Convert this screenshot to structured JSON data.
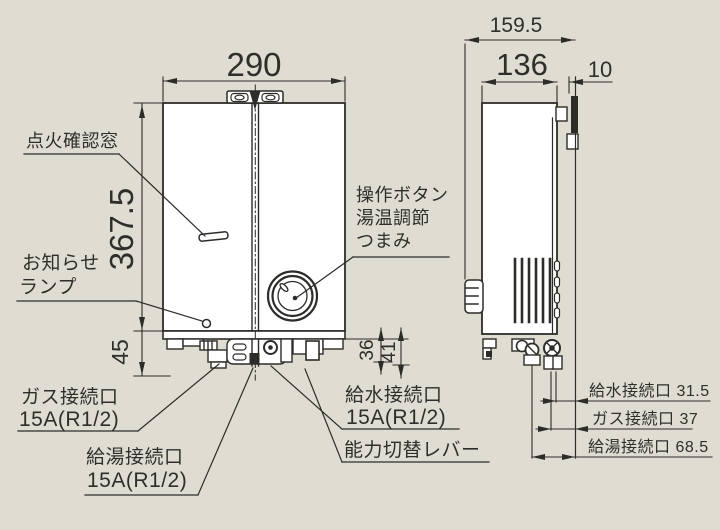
{
  "front_view": {
    "dim_width": "290",
    "dim_height": "367.5",
    "dim_bottom_height": "45",
    "dim_offset_36": "36",
    "dim_offset_41": "41",
    "label_ignition_window": "点火確認窓",
    "label_notice_lamp_1": "お知らせ",
    "label_notice_lamp_2": "ランプ",
    "label_control_1": "操作ボタン",
    "label_control_2": "湯温調節",
    "label_control_3": "つまみ",
    "label_gas_port_1": "ガス接続口",
    "label_gas_port_2": "15A(R1/2)",
    "label_hot_water_port_1": "給湯接続口",
    "label_hot_water_port_2": "15A(R1/2)",
    "label_water_port_1": "給水接続口",
    "label_water_port_2": "15A(R1/2)",
    "label_capacity_lever": "能力切替レバー"
  },
  "side_view": {
    "dim_total_depth": "159.5",
    "dim_body_depth": "136",
    "dim_bracket_gap": "10",
    "caption_water_port": "給水接続口 31.5",
    "caption_gas_port": "ガス接続口 37",
    "caption_hot_water_port": "給湯接続口 68.5"
  },
  "colors": {
    "background": "#dfdcd2",
    "line": "#2e2c28",
    "surface": "#ffffff"
  }
}
